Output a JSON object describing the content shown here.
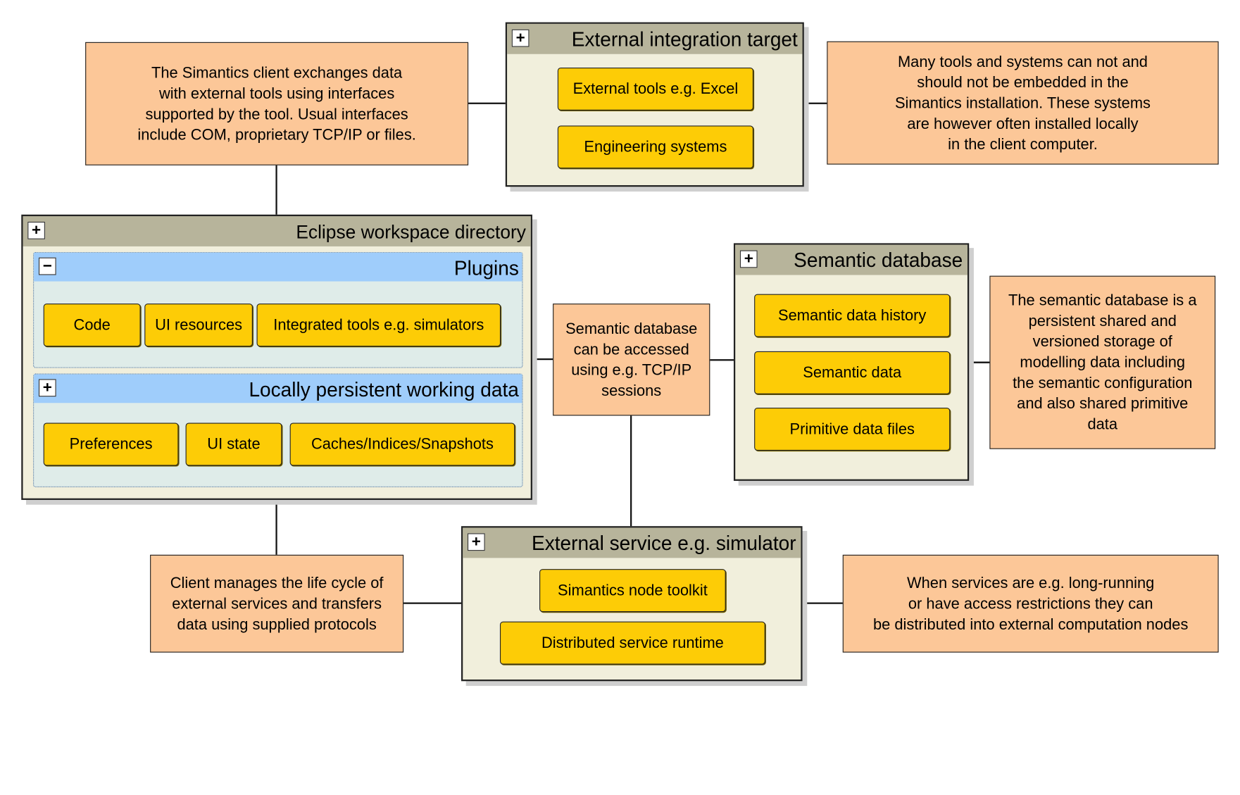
{
  "notes": {
    "client_exchange": "The Simantics client exchanges data\nwith external tools using interfaces\nsupported by the tool. Usual interfaces\ninclude COM, proprietary TCP/IP or files.",
    "embedded": "Many tools and systems can not and\nshould not be embedded in the\nSimantics installation. These systems\nare however often installed locally\nin the client computer.",
    "db_access": "Semantic database\ncan be accessed\nusing e.g. TCP/IP\nsessions",
    "db_description": "The semantic database is a\npersistent shared and\nversioned storage of\nmodelling data including\nthe semantic configuration\nand also shared primitive\ndata",
    "lifecycle": "Client manages the life cycle of\nexternal services and transfers\ndata using supplied protocols",
    "distributed": "When services are e.g. long-running\nor have access restrictions they can\nbe distributed into external computation nodes"
  },
  "groups": {
    "external_target": {
      "title": "External integration target",
      "toggle": "+",
      "items": [
        "External tools e.g. Excel",
        "Engineering systems"
      ]
    },
    "workspace": {
      "title": "Eclipse workspace directory",
      "toggle": "+",
      "plugins": {
        "title": "Plugins",
        "toggle": "−",
        "items": [
          "Code",
          "UI resources",
          "Integrated tools e.g. simulators"
        ]
      },
      "working_data": {
        "title": "Locally persistent working data",
        "toggle": "+",
        "items": [
          "Preferences",
          "UI state",
          "Caches/Indices/Snapshots"
        ]
      }
    },
    "semantic_db": {
      "title": "Semantic database",
      "toggle": "+",
      "items": [
        "Semantic data history",
        "Semantic data",
        "Primitive data files"
      ]
    },
    "external_service": {
      "title": "External service e.g. simulator",
      "toggle": "+",
      "items": [
        "Simantics node toolkit",
        "Distributed service runtime"
      ]
    }
  },
  "colors": {
    "note_fill": "#fcc798",
    "group_fill": "#f1efdc",
    "group_header": "#b7b49b",
    "subgroup_fill": "#dfece9",
    "subgroup_header": "#9fcdfb",
    "chip_fill": "#fdcc06"
  }
}
